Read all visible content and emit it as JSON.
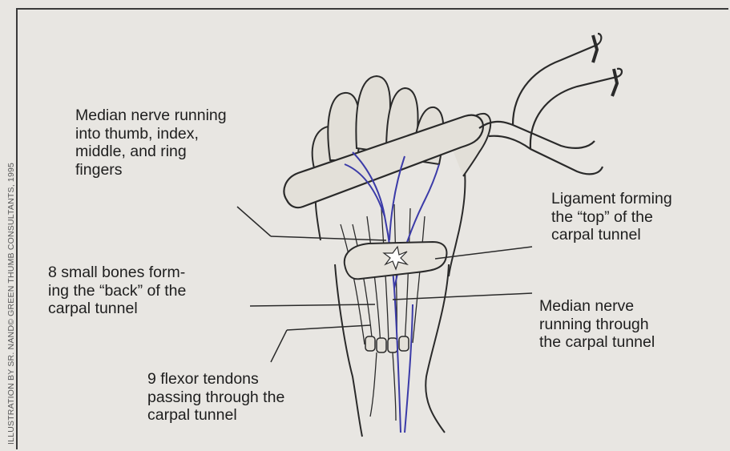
{
  "credit": "ILLUSTRATION BY SR. NAND© GREEN THUMB CONSULTANTS, 1995",
  "labels": {
    "median_nerve_fingers": "Median nerve running\ninto thumb, index,\nmiddle, and ring\nfingers",
    "ligament": "Ligament forming\nthe “top” of the\ncarpal tunnel",
    "small_bones": "8 small bones form-\ning the “back” of the\ncarpal tunnel",
    "median_nerve_tunnel": "Median nerve\nrunning through\nthe carpal tunnel",
    "flexor_tendons": "9 flexor tendons\npassing through the\ncarpal tunnel"
  },
  "colors": {
    "background": "#e8e6e2",
    "outline": "#2a2a2a",
    "nerve": "#3b3ba8",
    "bone": "#e4e1d9"
  }
}
